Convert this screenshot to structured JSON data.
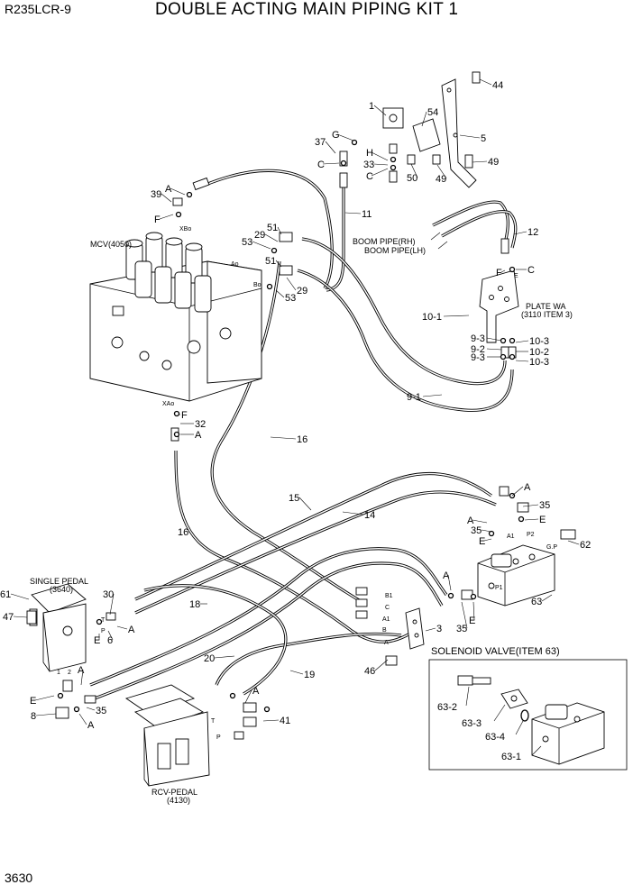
{
  "header": {
    "model": "R235LCR-9",
    "title": "DOUBLE ACTING MAIN PIPING KIT 1"
  },
  "page_number": "3630",
  "assemblies": {
    "mcv": "MCV(4050)",
    "single_pedal": "SINGLE PEDAL",
    "single_pedal_ref": "(3640)",
    "rcv_pedal": "RCV-PEDAL",
    "rcv_pedal_ref": "(4130)",
    "plate": "PLATE WA",
    "plate_ref": "(3110 ITEM 3)",
    "boom_rh": "BOOM PIPE(RH)",
    "boom_lh": "BOOM PIPE(LH)"
  },
  "inset": {
    "title": "SOLENOID VALVE(ITEM 63)",
    "labels": [
      "63-2",
      "63-3",
      "63-4",
      "63-1"
    ]
  },
  "callouts": [
    "44",
    "1",
    "54",
    "5",
    "37",
    "G",
    "C",
    "H",
    "33",
    "C",
    "50",
    "49",
    "49",
    "39",
    "A",
    "F",
    "11",
    "12",
    "51",
    "29",
    "53",
    "51",
    "53",
    "29",
    "F",
    "C",
    "10-1",
    "9-3",
    "9-2",
    "9-3",
    "10-3",
    "10-2",
    "10-3",
    "9-1",
    "F",
    "32",
    "A",
    "16",
    "15",
    "14",
    "A",
    "35",
    "A",
    "35",
    "E",
    "E",
    "62",
    "16",
    "30",
    "61",
    "47",
    "6",
    "E",
    "A",
    "18",
    "A",
    "35",
    "E",
    "63",
    "3",
    "46",
    "20",
    "19",
    "A",
    "E",
    "8",
    "A",
    "35",
    "A",
    "41"
  ],
  "port_labels": [
    "XBo",
    "Ao",
    "Bo",
    "XAo",
    "A1",
    "P2",
    "G.P",
    "P1",
    "B1",
    "C",
    "A1",
    "B",
    "A",
    "T",
    "P",
    "T",
    "P",
    "1",
    "2",
    "E"
  ]
}
